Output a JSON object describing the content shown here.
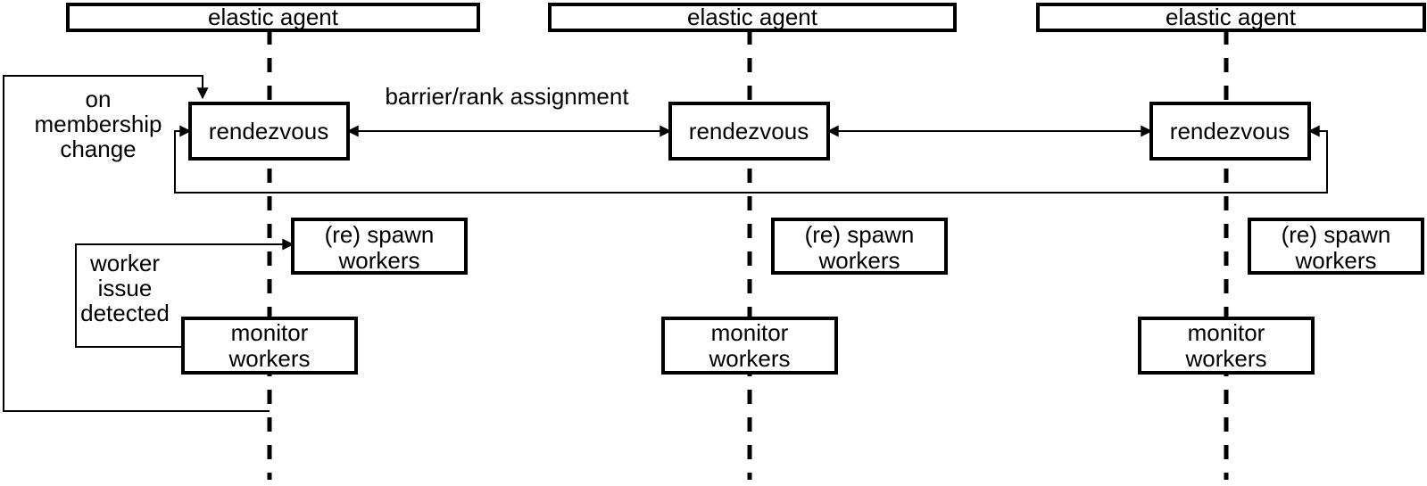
{
  "diagram": {
    "colors": {
      "background": "#ffffff",
      "stroke": "#000000",
      "text": "#000000"
    },
    "agents": [
      {
        "title": "elastic agent",
        "rendezvous": "rendezvous",
        "spawn": [
          "(re) spawn",
          "workers"
        ],
        "monitor": [
          "monitor",
          "workers"
        ]
      },
      {
        "title": "elastic agent",
        "rendezvous": "rendezvous",
        "spawn": [
          "(re) spawn",
          "workers"
        ],
        "monitor": [
          "monitor",
          "workers"
        ]
      },
      {
        "title": "elastic agent",
        "rendezvous": "rendezvous",
        "spawn": [
          "(re) spawn",
          "workers"
        ],
        "monitor": [
          "monitor",
          "workers"
        ]
      }
    ],
    "annotations": {
      "on_membership_change": [
        "on",
        "membership",
        "change"
      ],
      "worker_issue_detected": [
        "worker",
        "issue",
        "detected"
      ],
      "barrier_rank": "barrier/rank assignment"
    }
  }
}
